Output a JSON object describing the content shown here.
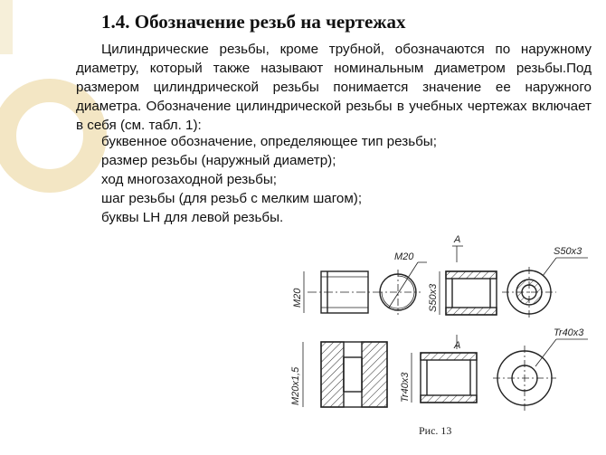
{
  "title": "1.4. Обозначение резьб на чертежах",
  "paragraph": "Цилиндрические резьбы, кроме трубной, обозначаются по наружному диаметру, который также называют номинальным диаметром резьбы.Под размером цилиндрической резьбы понимается значение ее наружного диаметра. Обозначение цилиндрической резьбы в учебных чертежах включает в себя (см. табл. 1):",
  "items": [
    "буквенное обозначение, определяющее тип резьбы;",
    "размер резьбы (наружный диаметр);",
    "ход многозаходной резьбы;",
    "шаг резьбы (для резьб с мелким шагом);",
    "буквы LH для левой резьбы."
  ],
  "figure": {
    "labels": {
      "m20_vertical": "M20",
      "m20_leader": "M20",
      "a_top": "A",
      "s50x3_vertical": "S50x3",
      "s50x3_leader": "S50x3",
      "m20x15": "M20x1,5",
      "tr40x3_vertical": "Tr40x3",
      "a_bottom": "A",
      "tr40x3_leader": "Tr40x3"
    },
    "caption": "Рис. 13"
  },
  "colors": {
    "decor_circle": "#f3e6c4",
    "text": "#111111"
  }
}
